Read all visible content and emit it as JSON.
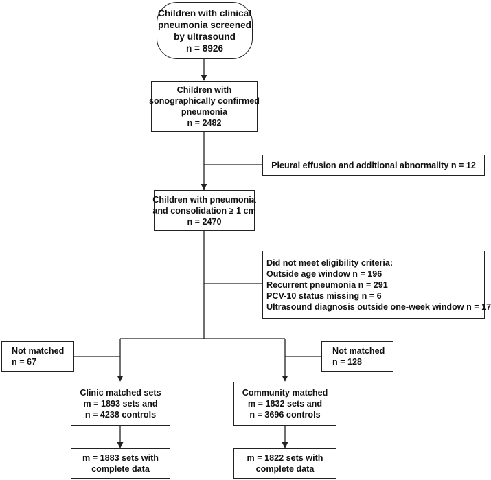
{
  "nodes": {
    "screened": [
      "Children with clinical",
      "pneumonia screened",
      "by ultrasound",
      "n = 8926"
    ],
    "confirmed": [
      "Children with",
      "sonographically confirmed",
      "pneumonia",
      "n = 2482"
    ],
    "pleural": [
      "Pleural effusion and additional abnormality n = 12"
    ],
    "consolidation": [
      "Children with pneumonia",
      "and consolidation ≥ 1 cm",
      "n = 2470"
    ],
    "eligibility": {
      "heading": "Did not meet eligibility criteria:",
      "lines": [
        "Outside age window n = 196",
        "Recurrent pneumonia n = 291",
        "PCV-10 status missing n = 6",
        "Ultrasound diagnosis outside one-week window n = 17"
      ]
    },
    "not_matched_clinic": [
      "Not matched",
      "n = 67"
    ],
    "not_matched_community": [
      "Not matched",
      "n = 128"
    ],
    "clinic_matched": [
      "Clinic matched sets",
      "m = 1893  sets and",
      "n = 4238 controls"
    ],
    "community_matched": [
      "Community matched",
      "m = 1832 sets and",
      "n = 3696 controls"
    ],
    "clinic_complete": [
      "m = 1883 sets with",
      "complete data"
    ],
    "community_complete": [
      "m = 1822 sets with",
      "complete data"
    ]
  }
}
